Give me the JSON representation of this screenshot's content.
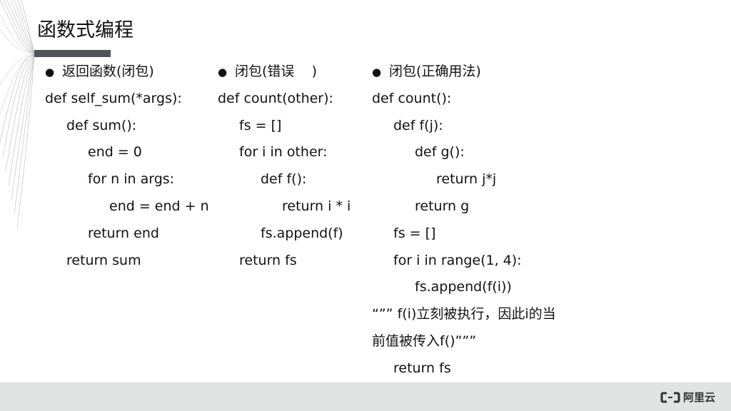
{
  "slide": {
    "title": "函数式编程",
    "accent_color": "#505359",
    "footer_color": "#e1e2e2"
  },
  "columns": [
    {
      "heading": "返回函数(闭包)",
      "lines": [
        {
          "indent": 0,
          "text": "def self_sum(*args):"
        },
        {
          "indent": 1,
          "text": "def sum():"
        },
        {
          "indent": 2,
          "text": "end = 0"
        },
        {
          "indent": 2,
          "text": "for n in args:"
        },
        {
          "indent": 3,
          "text": "end = end + n"
        },
        {
          "indent": 2,
          "text": "return end"
        },
        {
          "indent": 1,
          "text": "return sum"
        }
      ]
    },
    {
      "heading": "闭包(错误    )",
      "lines": [
        {
          "indent": 0,
          "text": "def count(other):"
        },
        {
          "indent": 1,
          "text": "fs = []"
        },
        {
          "indent": 1,
          "text": "for i in other:"
        },
        {
          "indent": 2,
          "text": "def f():"
        },
        {
          "indent": 3,
          "text": "return i * i"
        },
        {
          "indent": 2,
          "text": "fs.append(f)"
        },
        {
          "indent": 1,
          "text": "return fs"
        }
      ]
    },
    {
      "heading": "闭包(正确用法)",
      "lines": [
        {
          "indent": 0,
          "text": "def count():"
        },
        {
          "indent": 1,
          "text": "def f(j):"
        },
        {
          "indent": 2,
          "text": "def g():"
        },
        {
          "indent": 3,
          "text": "return j*j"
        },
        {
          "indent": 2,
          "text": "return g"
        },
        {
          "indent": 1,
          "text": "fs = []"
        },
        {
          "indent": 1,
          "text": "for i in range(1, 4):"
        },
        {
          "indent": 2,
          "text": "fs.append(f(i))"
        },
        {
          "indent": 0,
          "text": "“”” f(i)立刻被执行，因此i的当"
        },
        {
          "indent": 0,
          "text": "前值被传入f()”””"
        },
        {
          "indent": 1,
          "text": "return fs"
        }
      ]
    }
  ],
  "footer": {
    "logo_text": "阿里云",
    "logo_icon": "aliyun-bracket-icon"
  }
}
